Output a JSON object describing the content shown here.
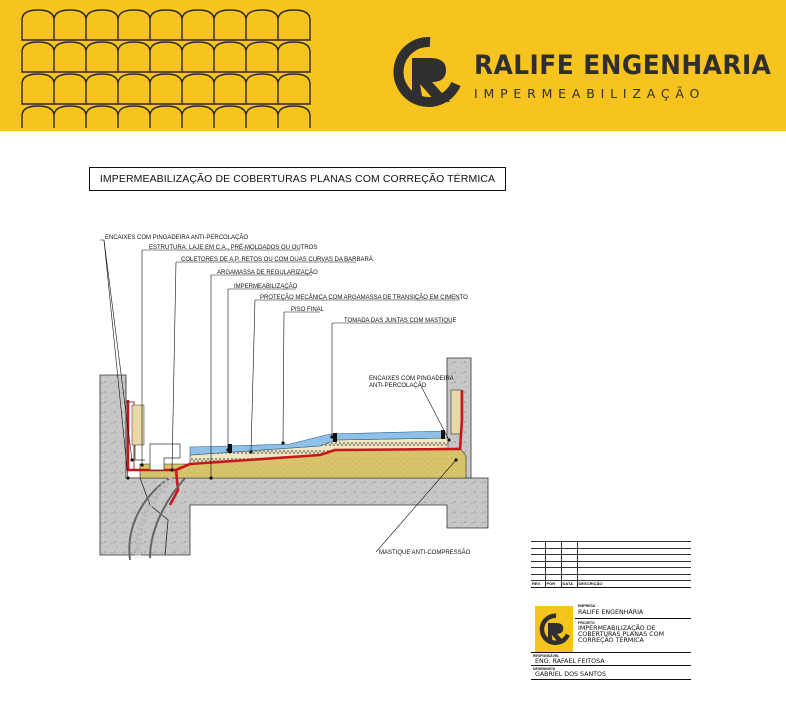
{
  "brand": {
    "name": "RALIFE ENGENHARIA",
    "tagline": "IMPERMEABILIZAÇÃO",
    "colors": {
      "yellow": "#f7c41f",
      "dark": "#2f2f2f",
      "membrane": "#c8161d",
      "protection": "#8fc0e8"
    },
    "logo_icon": "r-monogram-icon",
    "pattern_icon": "scalloped-wave-pattern"
  },
  "drawing_title": "IMPERMEABILIZAÇÃO DE COBERTURAS PLANAS COM CORREÇÃO TÉRMICA",
  "labels": {
    "encaixes_top": "ENCAIXES COM PINGADEIRA ANTI-PERCOLAÇÃO",
    "estrutura": "ESTRUTURA: LAJE EM C.A., PRÉ-MOLDADOS OU OUTROS",
    "coletores": "COLETORES DE A.P. RETOS OU COM DUAS CURVAS DA BARBARÁ",
    "argamassa": "ARGAMASSA DE REGULARIZAÇÃO",
    "impermeabilizacao": "IMPERMEABILIZAÇÃO",
    "protecao": "PROTEÇÃO MECÂNICA COM ARGAMASSA DE TRANSIÇÃO EM CIMENTO",
    "piso": "PISO FINAL",
    "tomada": "TOMADA DAS JUNTAS COM MASTIQUE",
    "encaixes_right_1": "ENCAIXES COM PINGADEIRA",
    "encaixes_right_2": "ANTI-PERCOLAÇÃO",
    "mastique": "MASTIQUE ANTI-COMPRESSÃO"
  },
  "revision_table": {
    "headers": [
      "REV.",
      "POR",
      "DATA",
      "DESCRIÇÃO"
    ]
  },
  "title_block": {
    "empresa_caption": "EMPRESA",
    "empresa": "RALIFE ENGENHARIA",
    "projeto_caption": "PROJETO",
    "projeto_lines": [
      "IMPERMEABILIZAÇÃO DE",
      "COBERTURAS PLANAS COM",
      "CORREÇÃO TÉRMICA"
    ],
    "responsavel_caption": "RESPONSÁVEL",
    "responsavel": "ENG. RAFAEL FEITOSA",
    "desenhista_caption": "DESENHISTA",
    "desenhista": "GABRIEL DOS SANTOS"
  }
}
